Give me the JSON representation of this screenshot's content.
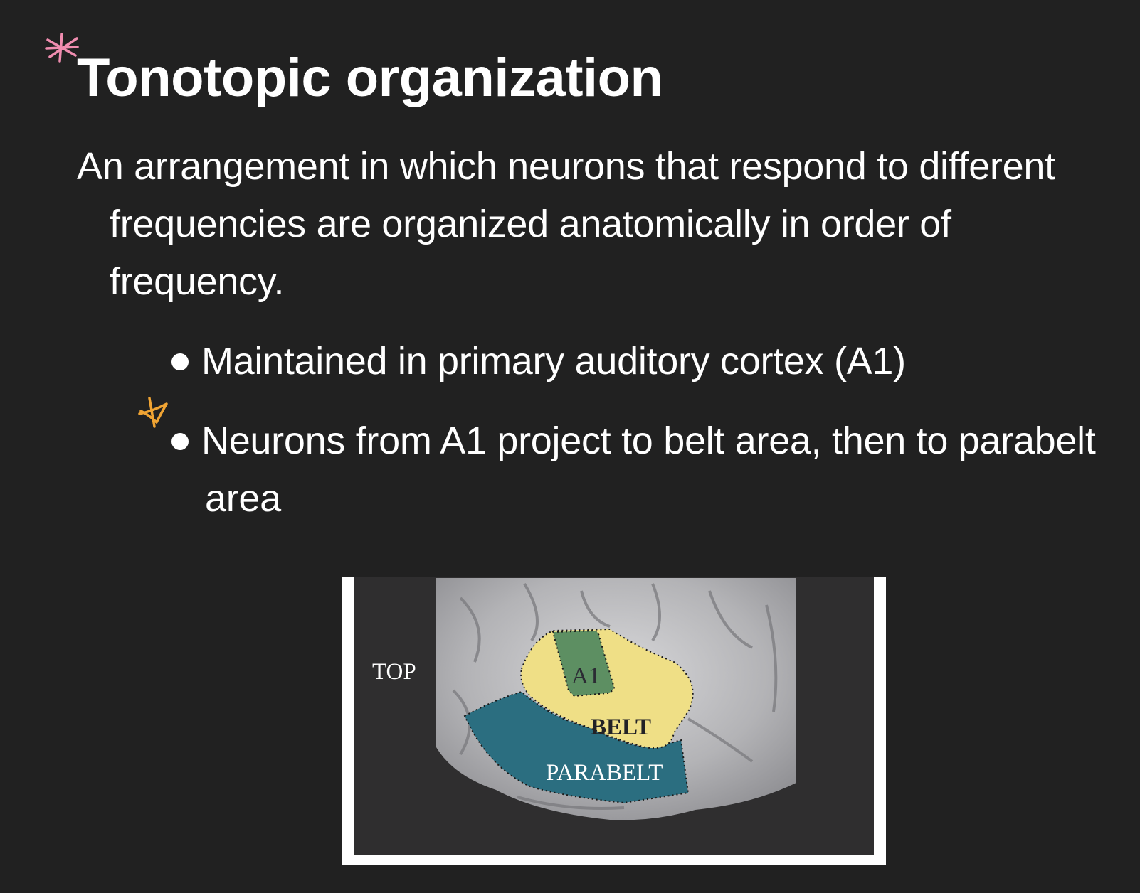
{
  "slide": {
    "title": "Tonotopic organization",
    "title_annotation": "pink-asterisk-doodle",
    "definition": "An arrangement in which neurons that respond to different frequencies are organized anatomically in order of frequency.",
    "bullets": [
      {
        "text": "Maintained in primary auditory cortex (A1)",
        "annotation": null
      },
      {
        "text": "Neurons from A1 project to belt area, then to parabelt area",
        "annotation": "orange-star-doodle"
      }
    ]
  },
  "figure": {
    "description": "Lateral view of brain showing auditory cortex regions",
    "labels": {
      "orientation": "TOP",
      "core": "A1",
      "belt": "BELT",
      "parabelt": "PARABELT"
    },
    "region_colors": {
      "core": "#5d8f62",
      "belt": "#efdf86",
      "parabelt": "#2b6e80"
    }
  },
  "colors": {
    "background": "#212121",
    "text": "#ffffff",
    "title_mark": "#f08db0",
    "star_mark": "#f0a433",
    "figure_bg": "#2f2e2f",
    "figure_border": "#ffffff"
  }
}
